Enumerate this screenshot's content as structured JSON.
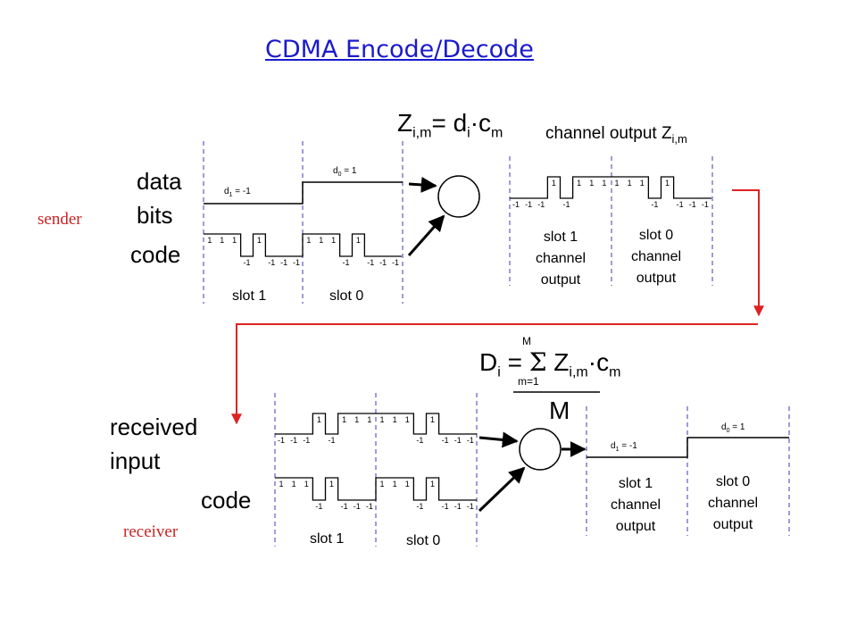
{
  "title": "CDMA Encode/Decode",
  "sender": {
    "role_label": "sender",
    "data_bits_label_line1": "data",
    "data_bits_label_line2": "bits",
    "code_label": "code",
    "d1_label": "d",
    "d1_sub": "1",
    "d1_value": " = -1",
    "d0_label": "d",
    "d0_sub": "0",
    "d0_value": " = 1",
    "code_chips": [
      1,
      1,
      1,
      -1,
      1,
      -1,
      -1,
      -1
    ],
    "slot1_label": "slot 1",
    "slot0_label": "slot 0"
  },
  "encode_formula": {
    "Z": "Z",
    "Z_sub": "i,m",
    "eq": "= d",
    "d_sub": "i",
    "dot": "·",
    "c": "c",
    "c_sub": "m"
  },
  "channel_output": {
    "label": "channel output Z",
    "label_sub": "i,m",
    "slot1_chips": [
      -1,
      -1,
      -1,
      1,
      -1,
      1,
      1,
      1
    ],
    "slot0_chips": [
      1,
      1,
      1,
      -1,
      1,
      -1,
      -1,
      -1
    ],
    "slot1_label_lines": [
      "slot 1",
      "channel",
      "output"
    ],
    "slot0_label_lines": [
      "slot 0",
      "channel",
      "output"
    ]
  },
  "receiver": {
    "role_label": "receiver",
    "received_label_line1": "received",
    "received_label_line2": "input",
    "code_label": "code",
    "received_chips": [
      -1,
      -1,
      -1,
      1,
      -1,
      1,
      1,
      1,
      1,
      1,
      1,
      -1,
      1,
      -1,
      -1,
      -1
    ],
    "code_chips": [
      1,
      1,
      1,
      -1,
      1,
      -1,
      -1,
      -1
    ],
    "slot1_label": "slot 1",
    "slot0_label": "slot 0"
  },
  "decode_formula": {
    "D": "D",
    "D_sub": "i",
    "eq": " = ",
    "sigma": "Σ",
    "Z": " Z",
    "Z_sub": "i,m",
    "dot": "·",
    "c": "c",
    "c_sub": "m",
    "upper": "M",
    "lower": "m=1",
    "denominator": "M"
  },
  "decoded_output": {
    "d1_label": "d",
    "d1_sub": "1",
    "d1_value": " = -1",
    "d0_label": "d",
    "d0_sub": "0",
    "d0_value": " = 1",
    "slot1_label_lines": [
      "slot 1",
      "channel",
      "output"
    ],
    "slot0_label_lines": [
      "slot 0",
      "channel",
      "output"
    ]
  },
  "colors": {
    "title": "#1a1acc",
    "role_label": "#cc2222",
    "arrow_red": "#dd2222",
    "dashed": "#6666cc",
    "stroke": "#000000"
  }
}
